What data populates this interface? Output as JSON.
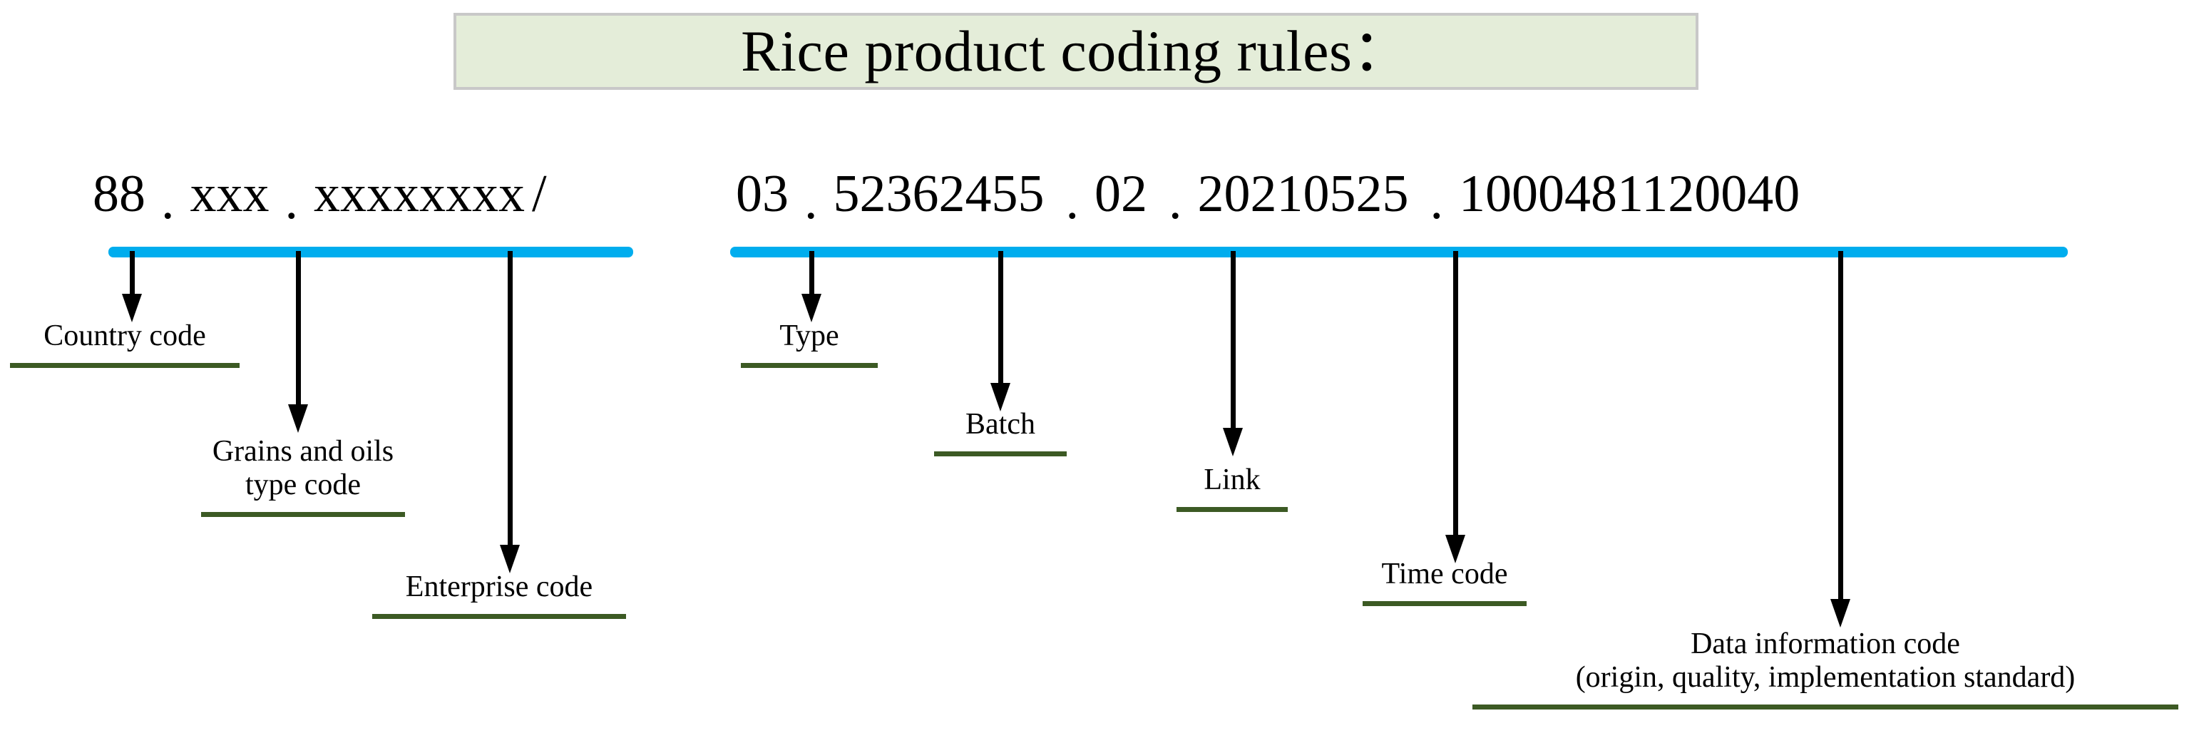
{
  "title": {
    "text": "Rice product coding rules：",
    "background_color": "#E4EDD9",
    "border_color": "#C8C8C8"
  },
  "colors": {
    "blue_rule": "#00ADEE",
    "green_underline": "#3C5A24",
    "arrow": "#000000",
    "text": "#000000"
  },
  "code": {
    "separator": ".",
    "slash": "/",
    "left_segments": [
      {
        "key": "country_code",
        "value": "88"
      },
      {
        "key": "grains_and_oils_type_code",
        "value": "xxx"
      },
      {
        "key": "enterprise_code",
        "value": "xxxxxxxx"
      }
    ],
    "right_segments": [
      {
        "key": "type",
        "value": "03"
      },
      {
        "key": "batch",
        "value": "52362455"
      },
      {
        "key": "link",
        "value": "02"
      },
      {
        "key": "time_code",
        "value": "20210525"
      },
      {
        "key": "data_information_code",
        "value": "1000481120040"
      }
    ]
  },
  "captions": [
    {
      "key": "country-code",
      "lines": [
        "Country code"
      ]
    },
    {
      "key": "grains-and-oils-type-code",
      "lines": [
        "Grains and oils",
        "type code"
      ]
    },
    {
      "key": "enterprise-code",
      "lines": [
        "Enterprise code"
      ]
    },
    {
      "key": "type",
      "lines": [
        "Type"
      ]
    },
    {
      "key": "batch",
      "lines": [
        "Batch"
      ]
    },
    {
      "key": "link",
      "lines": [
        "Link"
      ]
    },
    {
      "key": "time-code",
      "lines": [
        "Time code"
      ]
    },
    {
      "key": "data-information-code",
      "lines": [
        "Data information code",
        "(origin, quality, implementation standard)"
      ]
    }
  ]
}
